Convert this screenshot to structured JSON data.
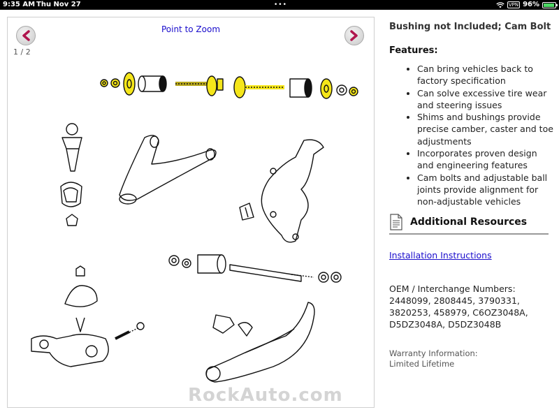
{
  "status_bar": {
    "time": "9:35 AM",
    "date": "Thu Nov 27",
    "vpn": "VPN",
    "battery_percent": "96%",
    "battery_level": 0.96
  },
  "viewer": {
    "zoom_label": "Point to Zoom",
    "page_counter": "1 / 2",
    "watermark": "RockAuto.com"
  },
  "product": {
    "title": "Bushing not Included; Cam Bolt",
    "features_heading": "Features:",
    "features": [
      "Can bring vehicles back to factory specification",
      "Can solve excessive tire wear and steering issues",
      "Shims and bushings provide precise camber, caster and toe adjustments",
      "Incorporates proven design and engineering features",
      "Cam bolts and adjustable ball joints provide alignment for non-adjustable vehicles"
    ],
    "resources_heading": "Additional Resources",
    "install_link": "Installation Instructions",
    "oem_label": "OEM / Interchange Numbers:",
    "oem_numbers": "2448099, 2808445, 3790331, 3820253, 458979, C6OZ3048A, D5DZ3048A, D5DZ3048B",
    "warranty_label": "Warranty Information:",
    "warranty_value": "Limited Lifetime"
  },
  "colors": {
    "link": "#1a0dcc",
    "highlight": "#f5e61a",
    "nav_arrow": "#b0164e"
  }
}
